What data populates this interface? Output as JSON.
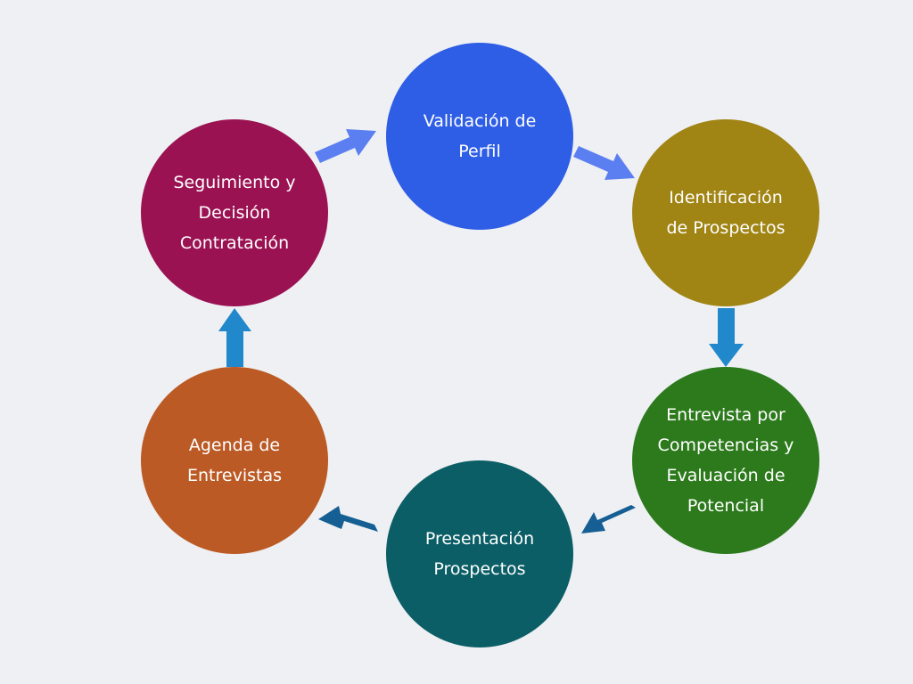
{
  "diagram": {
    "background_color": "#eef0f3",
    "steps": [
      {
        "id": "validacion",
        "label": "Validación de\nPerfil",
        "color": "#2f5ee6"
      },
      {
        "id": "identificacion",
        "label": "Identificación\nde Prospectos",
        "color": "#a08414"
      },
      {
        "id": "entrevista",
        "label": "Entrevista por\nCompetencias y\nEvaluación de\nPotencial",
        "color": "#2c7a1c"
      },
      {
        "id": "presentacion",
        "label": "Presentación\nProspectos",
        "color": "#0b5e66"
      },
      {
        "id": "agenda",
        "label": "Agenda de\nEntrevistas",
        "color": "#bb5a25"
      },
      {
        "id": "seguimiento",
        "label": "Seguimiento y\nDecisión\nContratación",
        "color": "#9b1253"
      }
    ],
    "arrows": [
      {
        "from": "seguimiento",
        "to": "validacion",
        "color": "#5b7ff0"
      },
      {
        "from": "validacion",
        "to": "identificacion",
        "color": "#5b7ff0"
      },
      {
        "from": "identificacion",
        "to": "entrevista",
        "color": "#2288cc"
      },
      {
        "from": "entrevista",
        "to": "presentacion",
        "color": "#155f94"
      },
      {
        "from": "presentacion",
        "to": "agenda",
        "color": "#155f94"
      },
      {
        "from": "agenda",
        "to": "seguimiento",
        "color": "#2288cc"
      }
    ]
  }
}
